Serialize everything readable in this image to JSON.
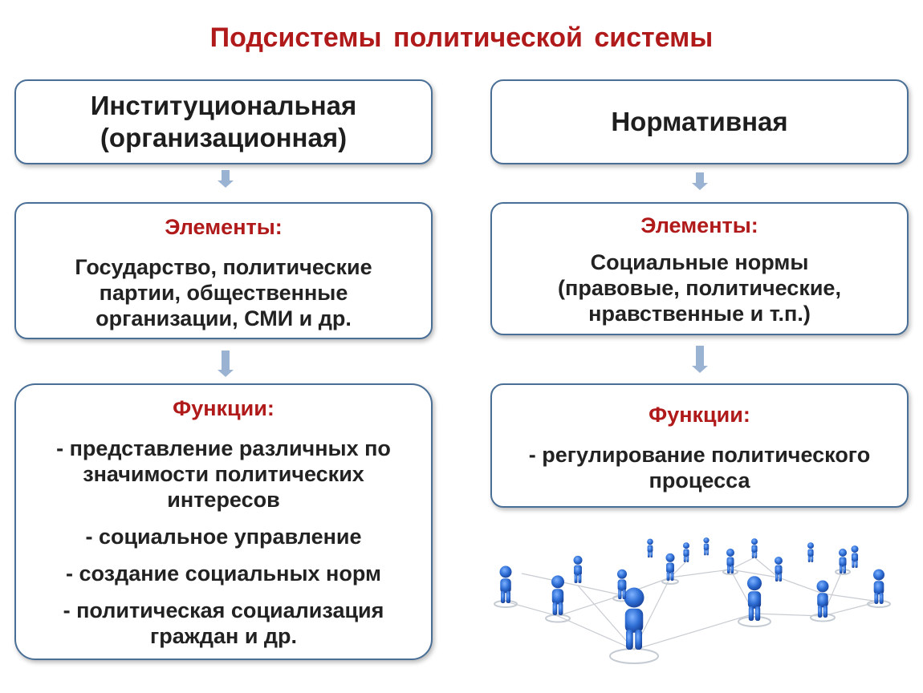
{
  "title": "Подсистемы политической системы",
  "left": {
    "header_line1": "Институциональная",
    "header_line2": "(организационная)",
    "elements_label": "Элементы:",
    "elements_lines": [
      "Государство, политические",
      "партии, общественные",
      "организации, СМИ и др."
    ],
    "functions_label": "Функции:",
    "functions": [
      [
        "- представление различных по",
        "значимости политических",
        "интересов"
      ],
      [
        "- социальное управление"
      ],
      [
        "- создание социальных норм"
      ],
      [
        "- политическая социализация",
        "граждан и др."
      ]
    ]
  },
  "right": {
    "header": "Нормативная",
    "elements_label": "Элементы:",
    "elements_lines": [
      "Социальные нормы",
      "(правовые, политические,",
      "нравственные и т.п.)"
    ],
    "functions_label": "Функции:",
    "functions": [
      [
        "- регулирование политического",
        "процесса"
      ]
    ]
  },
  "colors": {
    "accent_red": "#b01a1a",
    "box_border": "#4a6f96",
    "arrow": "#9bb3d3",
    "people_blue": "#2f6fd6"
  },
  "illustration": "network-of-people-icon"
}
